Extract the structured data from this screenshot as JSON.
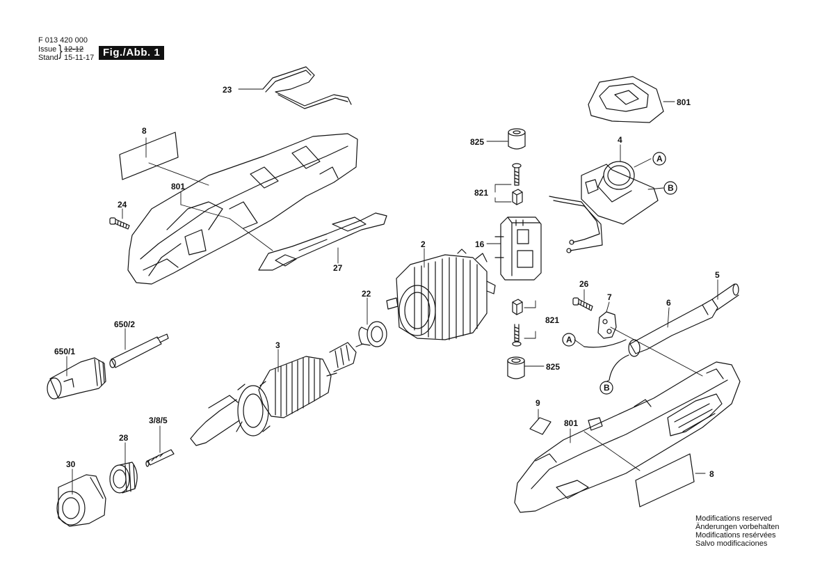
{
  "header": {
    "part_number": "F 013 420 000",
    "issue_label": "Issue",
    "issue_value": "12-12",
    "stand_label": "Stand",
    "stand_value": "15-11-17",
    "figure_label": "Fig./Abb. 1"
  },
  "parts": [
    {
      "id": "p23",
      "label": "23"
    },
    {
      "id": "p8a",
      "label": "8"
    },
    {
      "id": "p801a",
      "label": "801"
    },
    {
      "id": "p24",
      "label": "24"
    },
    {
      "id": "p27",
      "label": "27"
    },
    {
      "id": "p801b",
      "label": "801"
    },
    {
      "id": "p825a",
      "label": "825"
    },
    {
      "id": "p821a",
      "label": "821"
    },
    {
      "id": "p16",
      "label": "16"
    },
    {
      "id": "p4",
      "label": "4"
    },
    {
      "id": "p2",
      "label": "2"
    },
    {
      "id": "p22",
      "label": "22"
    },
    {
      "id": "p650_2",
      "label": "650/2"
    },
    {
      "id": "p650_1",
      "label": "650/1"
    },
    {
      "id": "p3",
      "label": "3"
    },
    {
      "id": "p385",
      "label": "3/8/5"
    },
    {
      "id": "p28",
      "label": "28"
    },
    {
      "id": "p30",
      "label": "30"
    },
    {
      "id": "p821b",
      "label": "821"
    },
    {
      "id": "p825b",
      "label": "825"
    },
    {
      "id": "p26",
      "label": "26"
    },
    {
      "id": "p7",
      "label": "7"
    },
    {
      "id": "p6",
      "label": "6"
    },
    {
      "id": "p5",
      "label": "5"
    },
    {
      "id": "p9",
      "label": "9"
    },
    {
      "id": "p801c",
      "label": "801"
    },
    {
      "id": "p8b",
      "label": "8"
    }
  ],
  "connectors": {
    "a_top": "A",
    "b_top": "B",
    "a_wire": "A",
    "b_wire": "B"
  },
  "notes": [
    "Modifications reserved",
    "Änderungen vorbehalten",
    "Modifications resérvées",
    "Salvo modificaciones"
  ]
}
